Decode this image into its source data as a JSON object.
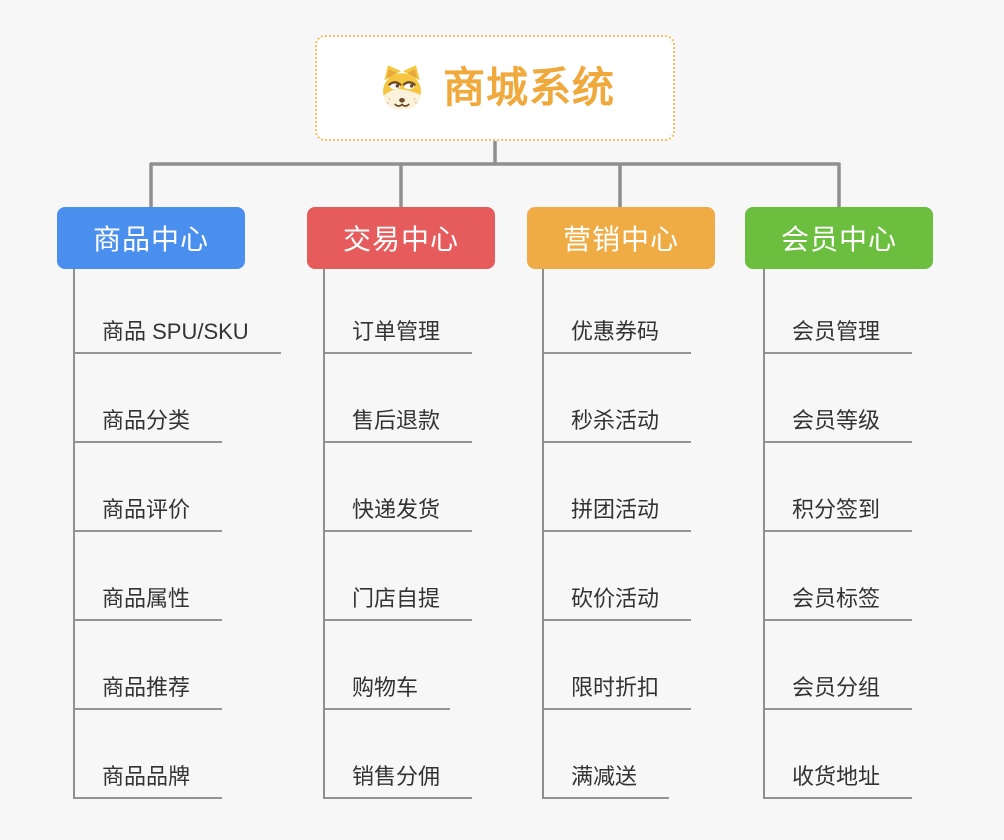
{
  "canvas": {
    "background": "#f7f7f7",
    "connector_color": "#8f8f8f",
    "item_line_color": "#949494",
    "item_text_color": "#333333"
  },
  "root": {
    "title": "商城系统",
    "icon": "doge-dog-face",
    "text_color": "#F0A93C",
    "border_color": "#F3BE66"
  },
  "branches": [
    {
      "label": "商品中心",
      "color": "#4A8FEE",
      "items": [
        "商品 SPU/SKU",
        "商品分类",
        "商品评价",
        "商品属性",
        "商品推荐",
        "商品品牌"
      ]
    },
    {
      "label": "交易中心",
      "color": "#E65C5C",
      "items": [
        "订单管理",
        "售后退款",
        "快递发货",
        "门店自提",
        "购物车",
        "销售分佣"
      ]
    },
    {
      "label": "营销中心",
      "color": "#EFAC44",
      "items": [
        "优惠券码",
        "秒杀活动",
        "拼团活动",
        "砍价活动",
        "限时折扣",
        "满减送"
      ]
    },
    {
      "label": "会员中心",
      "color": "#6CBE3F",
      "items": [
        "会员管理",
        "会员等级",
        "积分签到",
        "会员标签",
        "会员分组",
        "收货地址"
      ]
    }
  ]
}
